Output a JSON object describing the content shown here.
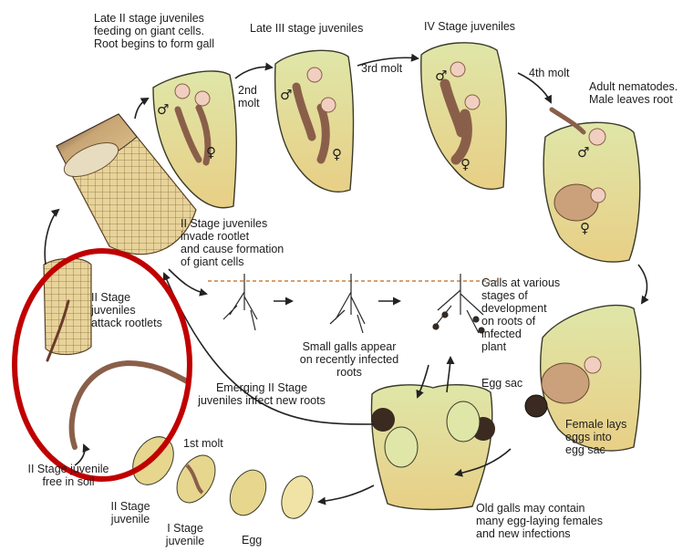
{
  "labels": {
    "late_ii": "Late II stage juveniles\nfeeding on giant cells.\nRoot begins to form gall",
    "late_iii": "Late III stage juveniles",
    "iv_stage": "IV Stage juveniles",
    "molt2": "2nd\nmolt",
    "molt3": "3rd molt",
    "molt4": "4th molt",
    "adult": "Adult nematodes.\nMale leaves root",
    "ii_invade": "II Stage juveniles\ninvade rootlet\nand cause formation\nof giant cells",
    "ii_attack": "II Stage\njuveniles\nattack rootlets",
    "small_galls": "Small galls appear\non recently infected\nroots",
    "galls_various": "Galls at various\nstages of\ndevelopment\non roots of\ninfected\nplant",
    "egg_sac": "Egg sac",
    "female_lays": "Female lays\neggs into\negg sac",
    "emerging": "Emerging II Stage\njuveniles infect new roots",
    "old_galls": "Old galls may contain\nmany egg-laying females\nand new infections",
    "ii_soil": "II Stage juvenile\nfree in soil",
    "molt1": "1st molt",
    "ii_juvenile": "II Stage\njuvenile",
    "i_juvenile": "I Stage\njuvenile",
    "egg": "Egg"
  },
  "symbols": {
    "male": "♂",
    "female": "♀"
  },
  "colors": {
    "gall_fill": "#e4dc93",
    "gall_fill_light": "#f0ead0",
    "nematode": "#8a5f4a",
    "giant_cell": "#f1cfc0",
    "egg": "#e6d68e",
    "highlight_ring": "#c00000",
    "arrow": "#222222"
  }
}
